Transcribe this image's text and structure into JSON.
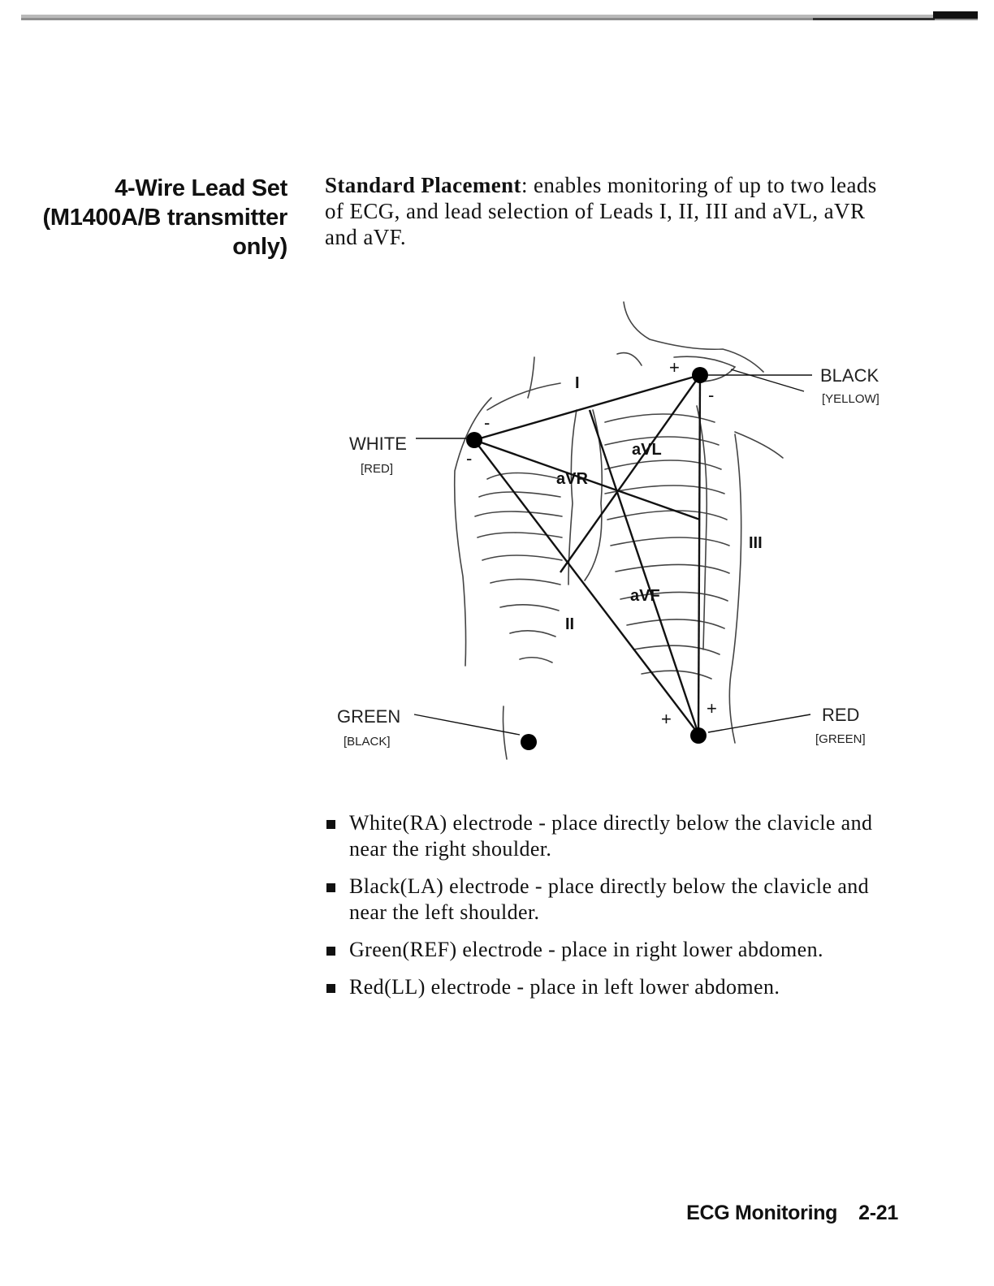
{
  "heading": {
    "line1": "4-Wire Lead Set",
    "line2": "(M1400A/B transmitter",
    "line3": "only)"
  },
  "intro": {
    "bold_label": "Standard Placement",
    "text": ": enables monitoring of up to two leads of ECG, and lead selection of Leads I, II, III and aVL, aVR and aVF."
  },
  "diagram": {
    "electrodes": {
      "white": {
        "label": "WHITE",
        "sub": "[RED]"
      },
      "black": {
        "label": "BLACK",
        "sub": "[YELLOW]"
      },
      "green": {
        "label": "GREEN",
        "sub": "[BLACK]"
      },
      "red": {
        "label": "RED",
        "sub": "[GREEN]"
      }
    },
    "leads": {
      "lead_1": "I",
      "lead_2": "II",
      "lead_3": "III",
      "avr": "aVR",
      "avl": "aVL",
      "avf": "aVF"
    },
    "signs": {
      "plus": "+",
      "minus": "-"
    }
  },
  "bullets": [
    "White(RA) electrode - place directly below the clavicle and near the right shoulder.",
    "Black(LA) electrode - place directly below the clavicle and near the left shoulder.",
    "Green(REF) electrode - place in right lower abdomen.",
    "Red(LL) electrode - place in left lower abdomen."
  ],
  "footer": {
    "section": "ECG Monitoring",
    "page": "2-21"
  }
}
